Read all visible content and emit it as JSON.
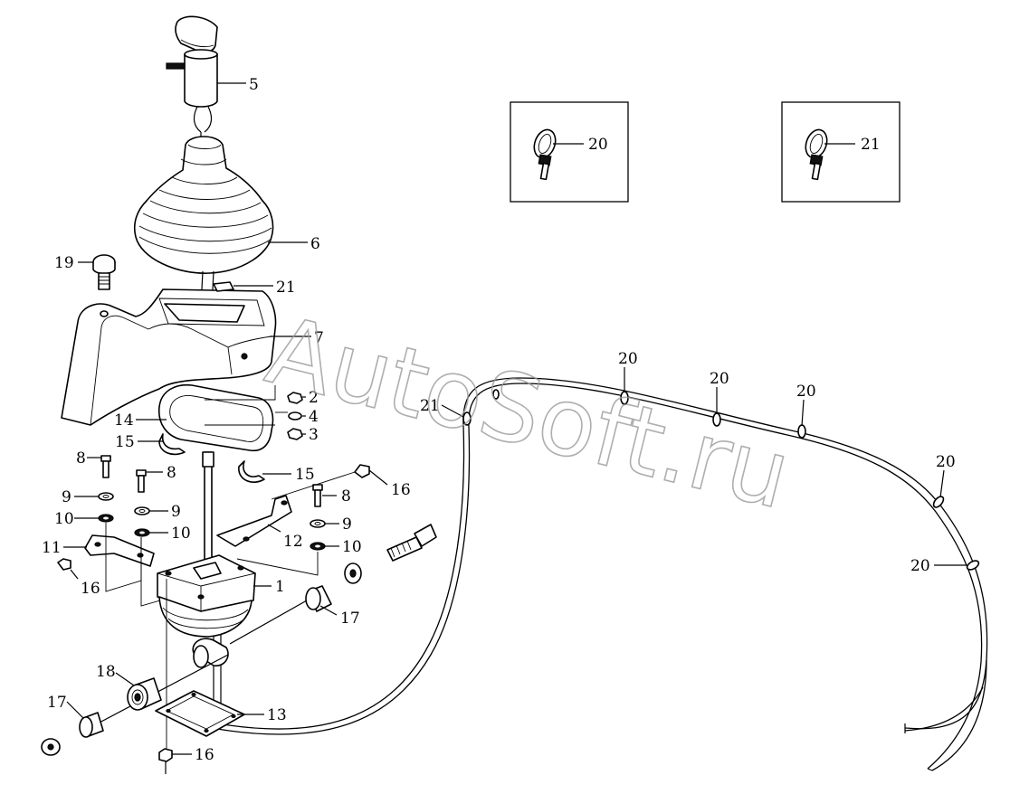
{
  "watermark": "AutoSoft.ru",
  "callouts": {
    "c5": "5",
    "c6": "6",
    "c19": "19",
    "c21a": "21",
    "c7": "7",
    "c2": "2",
    "c4": "4",
    "c3": "3",
    "c14": "14",
    "c15a": "15",
    "c15b": "15",
    "c16a": "16",
    "c8a": "8",
    "c8b": "8",
    "c8c": "8",
    "c9a": "9",
    "c9b": "9",
    "c9c": "9",
    "c10a": "10",
    "c10b": "10",
    "c10c": "10",
    "c11": "11",
    "c12": "12",
    "c16b": "16",
    "c1": "1",
    "c17a": "17",
    "c18": "18",
    "c17b": "17",
    "c13": "13",
    "c16c": "16",
    "c20box": "20",
    "c21box": "21",
    "c21b": "21",
    "c20a": "20",
    "c20b": "20",
    "c20c": "20",
    "c20d": "20",
    "c20e": "20"
  }
}
